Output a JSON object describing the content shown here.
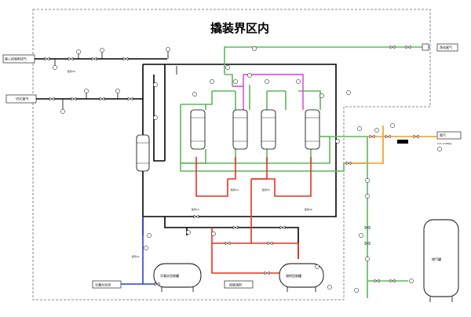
{
  "title": "撬装界区内",
  "colors": {
    "black": "#000000",
    "green": "#5cb85c",
    "red": "#e8321f",
    "orange": "#f39a1e",
    "magenta": "#d63ce0",
    "blue": "#2a3fd8",
    "boundary": "#666666"
  },
  "inlets": {
    "top_left": "接入的吸附进气",
    "voc_gas": "VOC废气"
  },
  "outlets": {
    "top_right": "净化尾气",
    "nitrogen": "氮气",
    "nitrogen_pressure": "0.5~0.6Mpa",
    "water_out": "冷凝水外排",
    "solvent_out": "回收溶剂"
  },
  "tanks": {
    "water_tank": "冷凝水回收罐",
    "solvent_tank": "溶剂回收罐",
    "air_tank": "储气罐"
  },
  "tags": {
    "t1": "集管13",
    "t2": "集管14",
    "t3": "集管15",
    "t4": "集管16",
    "t5": "集管12",
    "t6": "集管11"
  }
}
